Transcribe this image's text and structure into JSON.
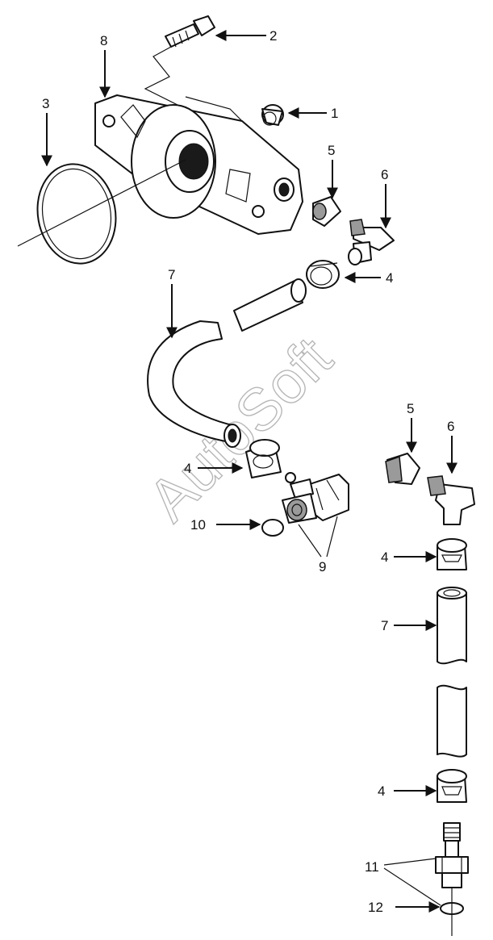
{
  "watermark": "AutoSoft",
  "callouts": {
    "c1": "1",
    "c2": "2",
    "c3": "3",
    "c4a": "4",
    "c4b": "4",
    "c4c": "4",
    "c4d": "4",
    "c5a": "5",
    "c5b": "5",
    "c6a": "6",
    "c6b": "6",
    "c7a": "7",
    "c7b": "7",
    "c8": "8",
    "c9": "9",
    "c10": "10",
    "c11": "11",
    "c12": "12"
  },
  "colors": {
    "line": "#111111",
    "background": "#ffffff",
    "watermark": "#b7b7b7"
  }
}
